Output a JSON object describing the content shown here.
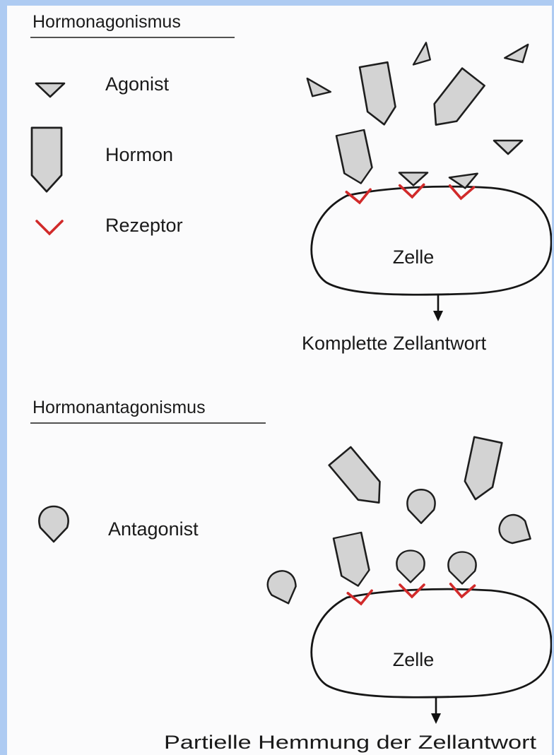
{
  "section_agonism": {
    "title": "Hormonagonismus",
    "legend": {
      "agonist": "Agonist",
      "hormone": "Hormon",
      "receptor": "Rezeptor"
    },
    "cell_label": "Zelle",
    "result": "Komplette Zellantwort"
  },
  "section_antagonism": {
    "title": "Hormonantagonismus",
    "legend": {
      "antagonist": "Antagonist"
    },
    "cell_label": "Zelle",
    "result": "Partielle Hemmung der Zellantwort"
  },
  "colors": {
    "frame": "#aecbf2",
    "background": "#fbfbfc",
    "shape_fill": "#d3d3d3",
    "outline": "#1e1e1e",
    "receptor": "#d12a2a"
  }
}
